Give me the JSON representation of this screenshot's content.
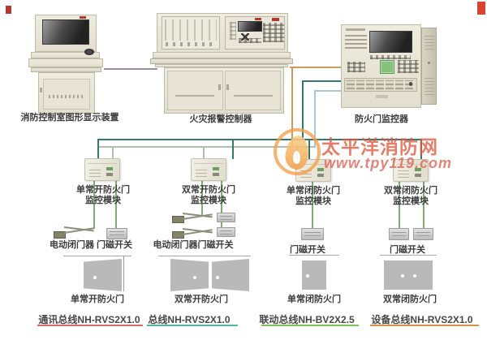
{
  "top_devices": [
    {
      "id": "graphic-display",
      "label": "消防控制室图形显示装置"
    },
    {
      "id": "fire-alarm-controller",
      "label": "火灾报警控制器"
    },
    {
      "id": "fire-door-monitor",
      "label": "防火门监控器"
    }
  ],
  "modules": [
    {
      "line1": "单常开防火门",
      "line2": "监控模块"
    },
    {
      "line1": "双常开防火门",
      "line2": "监控模块"
    },
    {
      "line1": "单常闭防火门",
      "line2": "监控模块"
    },
    {
      "line1": "双常闭防火门",
      "line2": "监控模块"
    }
  ],
  "field_labels": [
    "电动闭门器 门磁开关",
    "电动闭门器门磁开关",
    "门磁开关",
    "门磁开关"
  ],
  "door_labels": [
    "单常开防火门",
    "双常开防火门",
    "单常闭防火门",
    "双常闭防火门"
  ],
  "bus_labels": [
    {
      "text": "通讯总线NH-RVS2X1.0",
      "color": "#d96a6a"
    },
    {
      "text": "总线NH-RVS2X1.0",
      "color": "#53b8a6"
    },
    {
      "text": "联动总线NH-BV2X2.5",
      "color": "#7cc25a"
    },
    {
      "text": "设备总线NH-RVS2X1.0",
      "color": "#d98e4a"
    }
  ],
  "wires": {
    "display_link": "#9b90a0",
    "linkage_orange": "#cf9a5e",
    "device_teal": "#35786c",
    "device_blue": "#a9c7d4",
    "bus_pale": "#aebfae",
    "drop_green": "#7fae6e"
  },
  "watermark": {
    "site_name": "太平洋消防网",
    "site_url": "www.tpy119.com",
    "title_color": "rgba(224,85,60,0.88)",
    "url_color": "rgba(223,90,78,0.85)"
  }
}
